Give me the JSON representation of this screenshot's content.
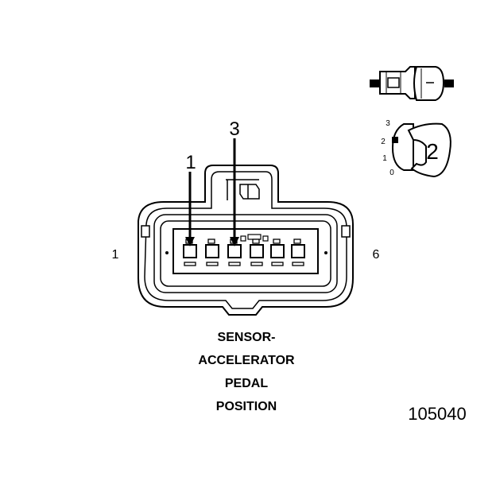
{
  "connector": {
    "end_left": "1",
    "end_right": "6",
    "pointer_1": "1",
    "pointer_3": "3"
  },
  "caption": {
    "line1": "SENSOR-",
    "line2": "ACCELERATOR",
    "line3": "PEDAL",
    "line4": "POSITION"
  },
  "figure_number": "105040",
  "inset": {
    "positions": [
      "3",
      "2",
      "1",
      "0"
    ],
    "lock_label": "2"
  },
  "colors": {
    "ink": "#000000",
    "paper": "#ffffff"
  }
}
